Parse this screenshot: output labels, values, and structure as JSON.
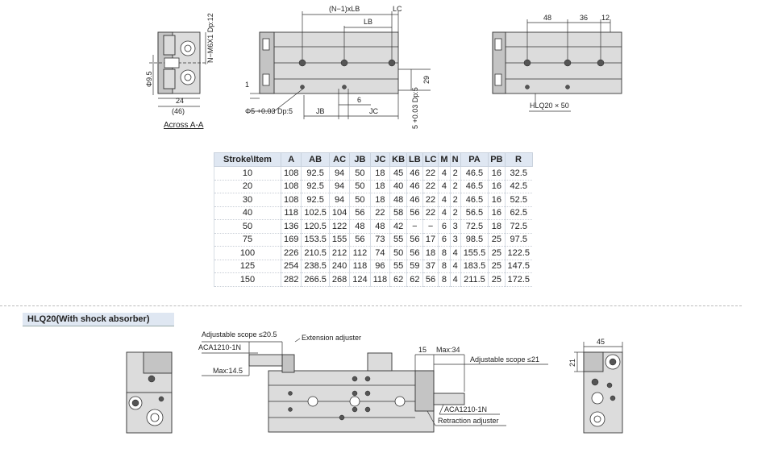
{
  "top_labels": {
    "n_minus_1_xlb": "(N−1)xLB",
    "lc": "LC",
    "lb": "LB",
    "v48": "48",
    "v36": "36",
    "v12": "12",
    "n_m6": "N−M6X1 Dp:12",
    "phi95": "Φ9.5",
    "v24": "24",
    "v46": "(46)",
    "across": "Across A-A",
    "v1": "1",
    "phi5": "Φ5 +0.03 Dp:5",
    "v6": "6",
    "jb": "JB",
    "jc": "JC",
    "v29": "29",
    "five_dp5": "5 +0.03 Dp:5",
    "hlq_tag": "HLQ20 × 50"
  },
  "table": {
    "headers": [
      "Stroke\\Item",
      "A",
      "AB",
      "AC",
      "JB",
      "JC",
      "KB",
      "LB",
      "LC",
      "M",
      "N",
      "PA",
      "PB",
      "R"
    ],
    "rows": [
      [
        "10",
        "108",
        "92.5",
        "94",
        "50",
        "18",
        "45",
        "46",
        "22",
        "4",
        "2",
        "46.5",
        "16",
        "32.5"
      ],
      [
        "20",
        "108",
        "92.5",
        "94",
        "50",
        "18",
        "40",
        "46",
        "22",
        "4",
        "2",
        "46.5",
        "16",
        "42.5"
      ],
      [
        "30",
        "108",
        "92.5",
        "94",
        "50",
        "18",
        "48",
        "46",
        "22",
        "4",
        "2",
        "46.5",
        "16",
        "52.5"
      ],
      [
        "40",
        "118",
        "102.5",
        "104",
        "56",
        "22",
        "58",
        "56",
        "22",
        "4",
        "2",
        "56.5",
        "16",
        "62.5"
      ],
      [
        "50",
        "136",
        "120.5",
        "122",
        "48",
        "48",
        "42",
        "−",
        "−",
        "6",
        "3",
        "72.5",
        "18",
        "72.5"
      ],
      [
        "75",
        "169",
        "153.5",
        "155",
        "56",
        "73",
        "55",
        "56",
        "17",
        "6",
        "3",
        "98.5",
        "25",
        "97.5"
      ],
      [
        "100",
        "226",
        "210.5",
        "212",
        "112",
        "74",
        "50",
        "56",
        "18",
        "8",
        "4",
        "155.5",
        "25",
        "122.5"
      ],
      [
        "125",
        "254",
        "238.5",
        "240",
        "118",
        "96",
        "55",
        "59",
        "37",
        "8",
        "4",
        "183.5",
        "25",
        "147.5"
      ],
      [
        "150",
        "282",
        "266.5",
        "268",
        "124",
        "118",
        "62",
        "62",
        "56",
        "8",
        "4",
        "211.5",
        "25",
        "172.5"
      ]
    ]
  },
  "section": {
    "title": "HLQ20(With shock absorber)"
  },
  "bottom_labels": {
    "adj_scope_205": "Adjustable scope ≤20.5",
    "ext_adjuster": "Extension adjuster",
    "aca_left": "ACA1210-1N",
    "max145": "Max:14.5",
    "v15": "15",
    "max34": "Max:34",
    "adj_scope_21": "Adjustable scope ≤21",
    "aca_right": "ACA1210-1N",
    "retraction": "Retraction adjuster",
    "v45": "45",
    "v21": "21"
  }
}
